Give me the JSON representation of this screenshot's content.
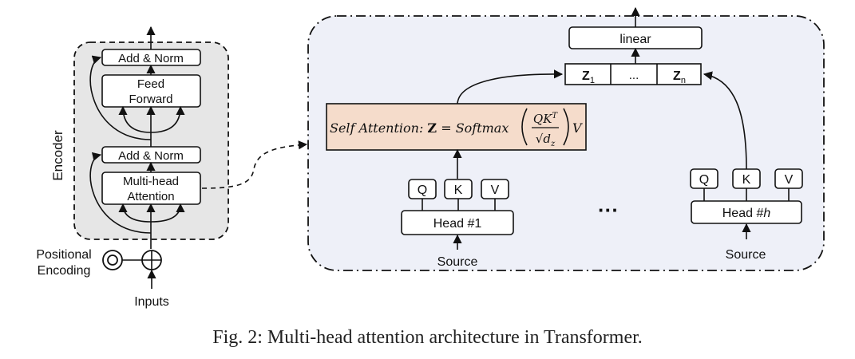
{
  "encoder": {
    "label": "Encoder",
    "add_norm_top": "Add & Norm",
    "feed_forward_line1": "Feed",
    "feed_forward_line2": "Forward",
    "add_norm_bottom": "Add & Norm",
    "multi_head_line1": "Multi-head",
    "multi_head_line2": "Attention",
    "positional_line1": "Positional",
    "positional_line2": "Encoding",
    "inputs": "Inputs"
  },
  "attention": {
    "linear": "linear",
    "z_first": "Z",
    "z_first_sub": "1",
    "z_ellipsis": "...",
    "z_last": "Z",
    "z_last_sub": "n",
    "formula_prefix": "Self Attention: ",
    "formula_z": "Z",
    "formula_eq": " = Softmax",
    "formula_num": "QK",
    "formula_num_sup": "T",
    "formula_den": "√d",
    "formula_den_sub": "z",
    "formula_v": "V",
    "head1": {
      "q": "Q",
      "k": "K",
      "v": "V",
      "label": "Head #1",
      "source": "Source"
    },
    "head_dots": "···",
    "headh": {
      "q": "Q",
      "k": "K",
      "v": "V",
      "label_prefix": "Head #",
      "label_var": "h",
      "source": "Source"
    }
  },
  "colors": {
    "encoder_bg": "#e6e6e6",
    "panel_bg": "#eef0f8",
    "formula_bg": "#f5dccb"
  },
  "caption": "Fig. 2: Multi-head attention architecture in Transformer."
}
